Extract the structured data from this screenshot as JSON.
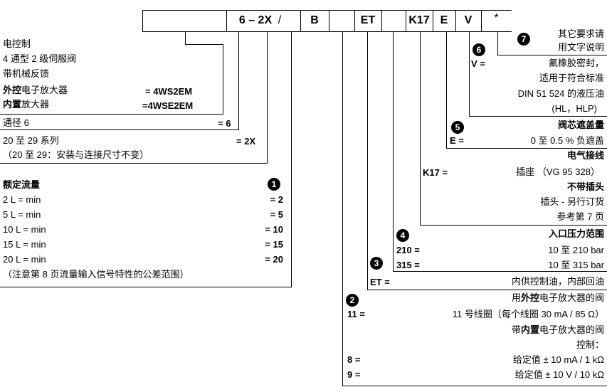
{
  "code_boxes": {
    "c1": "6 – 2X",
    "c2": "/",
    "c3": "B",
    "c4": "ET",
    "c5": "K17",
    "c6": "E",
    "c7": "V",
    "c8": "*"
  },
  "left": {
    "line1": "电控制",
    "line2": "4 通型 2 级伺服阀",
    "line3": "带机械反馈",
    "ext_bold": "外控",
    "ext_rest": "电子放大器",
    "ext_code": "= 4WS2EM",
    "int_bold": "内置",
    "int_rest": "放大器",
    "int_code": "=4WSE2EM",
    "size_label": "通径 6",
    "size_code": "= 6",
    "series_label": "20 至 29 系列",
    "series_code": "= 2X",
    "series_note": "（20 至 29：安装与连接尺寸不变）",
    "flow_title": "额定流量",
    "flow_marker": "1",
    "flow": [
      {
        "label": "2 L = min",
        "code": "= 2"
      },
      {
        "label": "5 L = min",
        "code": "= 5"
      },
      {
        "label": "10 L = min",
        "code": "= 10"
      },
      {
        "label": "15 L = min",
        "code": "= 15"
      },
      {
        "label": "20 L = min",
        "code": "= 20"
      }
    ],
    "flow_note": "（注意第 8 页流量输入信号特性的公差范围）"
  },
  "right": {
    "m7": "7",
    "other_1": "其它要求请",
    "other_2": "用文字说明",
    "m6": "6",
    "seal_code": "V =",
    "seal_1": "氟橡胶密封，",
    "seal_2": "适用于符合标准",
    "seal_3": "DIN 51 524 的液压油",
    "seal_4": "(HL，HLP)",
    "m5": "5",
    "overlap_title": "阀芯遮盖量",
    "overlap_code": "E =",
    "overlap_value": "0 至 0.5 % 负遮盖",
    "elec_title": "电气接线",
    "elec_code": "K17 =",
    "elec_value": "插座 （VG 95 328）",
    "noplug": "不带插头",
    "plug_order": "插头 - 另行订货",
    "see_page": "参考第 7 页",
    "m4": "4",
    "press_title": "入口压力范围",
    "p210_code": "210 =",
    "p210_value": "10 至 210 bar",
    "p315_code": "315 =",
    "p315_value": "10 至 315 bar",
    "m3": "3",
    "pilot_code": "ET =",
    "pilot_value": "内供控制油，内部回油",
    "m2": "2",
    "ext_amp_pre": "用",
    "ext_amp_bold": "外控",
    "ext_amp_post": "电子放大器的阀",
    "coil_code": "11 =",
    "coil_value": "11 号线圈（每个线圈 30 mA / 85 Ω）",
    "int_amp_pre": "带",
    "int_amp_bold": "内置",
    "int_amp_post": "电子放大器的阀",
    "control": "控制：",
    "s8_code": "8 =",
    "s8_value": "给定值 ± 10 mA / 1 kΩ",
    "s9_code": "9 =",
    "s9_value": "给定值 ± 10 V / 10 kΩ"
  }
}
